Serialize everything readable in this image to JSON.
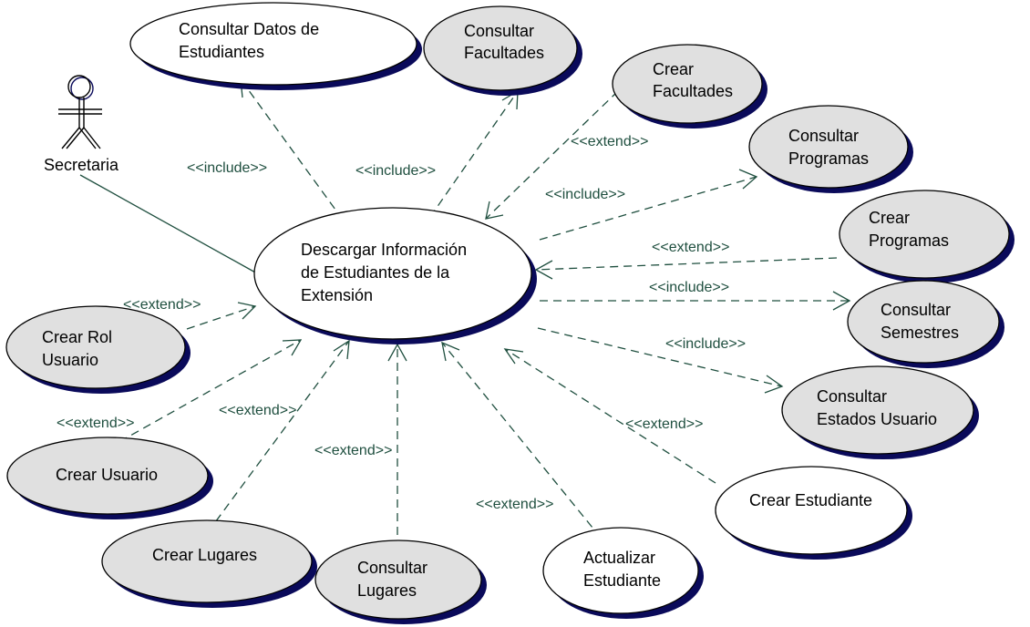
{
  "colors": {
    "line": "#1f4f3f",
    "shadow": "#0a0a5a",
    "gray_fill": "#e0e0e0",
    "white_fill": "#ffffff"
  },
  "actor": {
    "name": "Secretaria"
  },
  "use_cases": {
    "main": [
      "Descargar Información",
      "de Estudiantes de la",
      "Extensión"
    ],
    "consultar_datos": [
      "Consultar Datos de",
      "Estudiantes"
    ],
    "consultar_facultades": [
      "Consultar",
      "Facultades"
    ],
    "crear_facultades": [
      "Crear",
      "Facultades"
    ],
    "consultar_programas": [
      "Consultar",
      "Programas"
    ],
    "crear_programas": [
      "Crear",
      "Programas"
    ],
    "consultar_semestres": [
      "Consultar",
      "Semestres"
    ],
    "consultar_estados": [
      "Consultar",
      "Estados Usuario"
    ],
    "crear_estudiante": [
      "Crear Estudiante"
    ],
    "actualizar_estudiante": [
      "Actualizar",
      "Estudiante"
    ],
    "consultar_lugares": [
      "Consultar",
      "Lugares"
    ],
    "crear_lugares": [
      "Crear Lugares"
    ],
    "crear_usuario": [
      "Crear Usuario"
    ],
    "crear_rol": [
      "Crear Rol",
      "Usuario"
    ]
  },
  "relations": {
    "include": "<<include>>",
    "extend": "<<extend>>"
  }
}
